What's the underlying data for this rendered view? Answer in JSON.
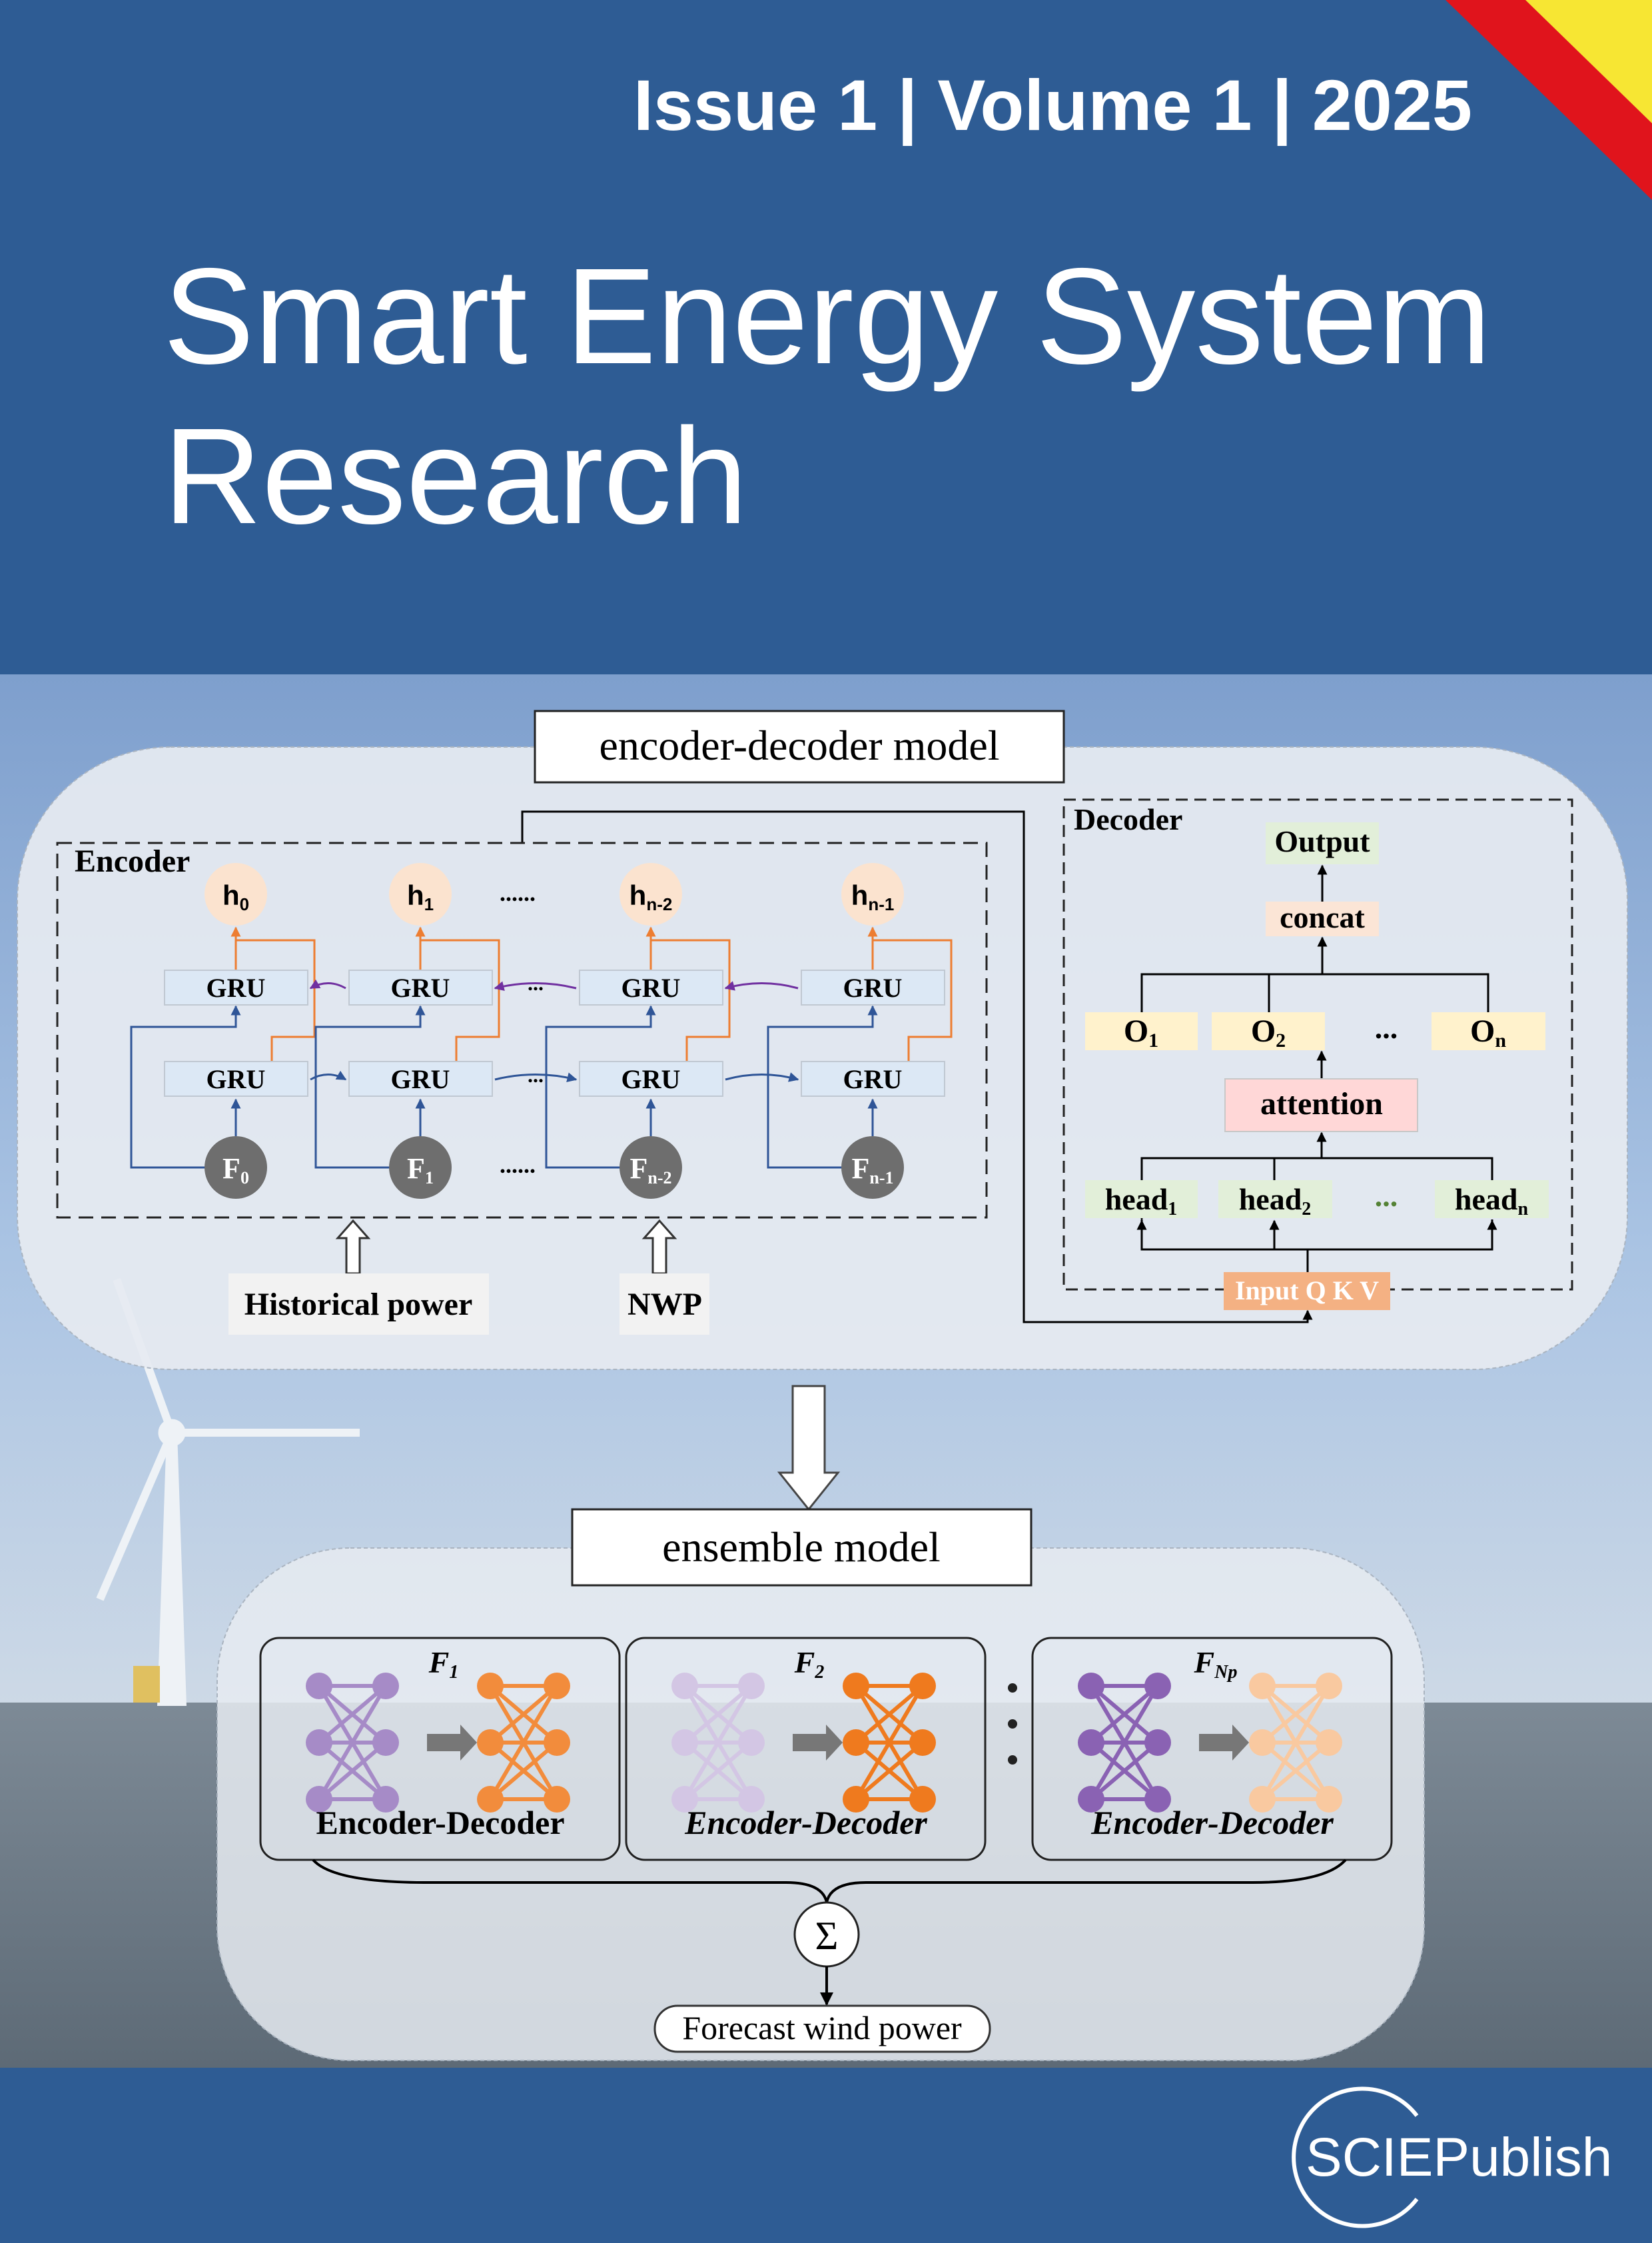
{
  "header": {
    "issue_line": "Issue 1 | Volume 1 | 2025",
    "title_line1": "Smart Energy System",
    "title_line2": "Research"
  },
  "colors": {
    "brand_blue": "#2e5c94",
    "gru_fill": "#dce8f5",
    "hidden_fill": "#fbe3cf",
    "input_node": "#6e6e6e",
    "orange_line": "#ed7d31",
    "blue_line": "#2f5597",
    "purple_arrow": "#7030a0",
    "output_green": "#e2efd9",
    "concat_peach": "#fbe5d6",
    "o_yellow": "#fff2cc",
    "attention_pink": "#ffd7d7",
    "input_orange": "#f4b183"
  },
  "encoder_decoder": {
    "title": "encoder-decoder model",
    "encoder": {
      "label": "Encoder",
      "hidden": [
        {
          "base": "h",
          "sub": "0"
        },
        {
          "base": "h",
          "sub": "1"
        },
        {
          "base": "h",
          "sub": "n-2"
        },
        {
          "base": "h",
          "sub": "n-1"
        }
      ],
      "features": [
        {
          "base": "F",
          "sub": "0"
        },
        {
          "base": "F",
          "sub": "1"
        },
        {
          "base": "F",
          "sub": "n-2"
        },
        {
          "base": "F",
          "sub": "n-1"
        }
      ],
      "gru_label": "GRU",
      "ellipsis": "......",
      "short_ellipsis": "...",
      "inputs": [
        "Historical power",
        "NWP"
      ]
    },
    "decoder": {
      "label": "Decoder",
      "output": "Output",
      "concat": "concat",
      "outputs": [
        {
          "base": "O",
          "sub": "1"
        },
        {
          "base": "O",
          "sub": "2"
        },
        {
          "base": "O",
          "sub": "n"
        }
      ],
      "attention": "attention",
      "heads": [
        {
          "base": "head",
          "sub": "1"
        },
        {
          "base": "head",
          "sub": "2"
        },
        {
          "base": "head",
          "sub": "n"
        }
      ],
      "ellipsis": "...",
      "input": "Input Q K V"
    }
  },
  "ensemble": {
    "title": "ensemble model",
    "members": [
      {
        "f_base": "F",
        "f_sub": "1",
        "label": "Encoder-Decoder"
      },
      {
        "f_base": "F",
        "f_sub": "2",
        "label": "Encoder-Decoder"
      },
      {
        "f_base": "F",
        "f_sub": "Np",
        "label": "Encoder-Decoder"
      }
    ],
    "sum_symbol": "Σ",
    "result": "Forecast wind power"
  },
  "publisher": {
    "name": "SCIEPublish"
  }
}
